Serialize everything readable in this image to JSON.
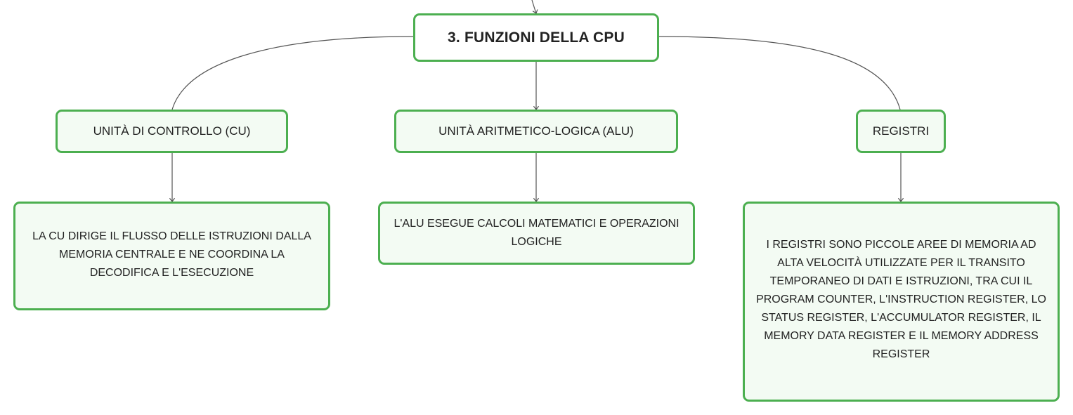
{
  "root": {
    "label": "3. FUNZIONI DELLA CPU"
  },
  "topics": {
    "cu": {
      "label": "UNITÀ DI CONTROLLO (CU)",
      "detail": "LA CU DIRIGE IL FLUSSO DELLE ISTRUZIONI DALLA MEMORIA CENTRALE E NE COORDINA LA DECODIFICA E L'ESECUZIONE"
    },
    "alu": {
      "label": "UNITÀ ARITMETICO-LOGICA (ALU)",
      "detail": "L'ALU ESEGUE CALCOLI MATEMATICI E OPERAZIONI LOGICHE"
    },
    "registri": {
      "label": "REGISTRI",
      "detail": "I REGISTRI SONO PICCOLE AREE DI MEMORIA AD ALTA VELOCITÀ UTILIZZATE PER IL TRANSITO TEMPORANEO DI DATI E ISTRUZIONI, TRA CUI IL PROGRAM COUNTER, L'INSTRUCTION REGISTER, LO STATUS REGISTER, L'ACCUMULATOR REGISTER, IL MEMORY DATA REGISTER E IL MEMORY ADDRESS REGISTER"
    }
  },
  "colors": {
    "node_border": "#4caf50",
    "node_fill": "#f1faf2",
    "connector": "#555555"
  }
}
